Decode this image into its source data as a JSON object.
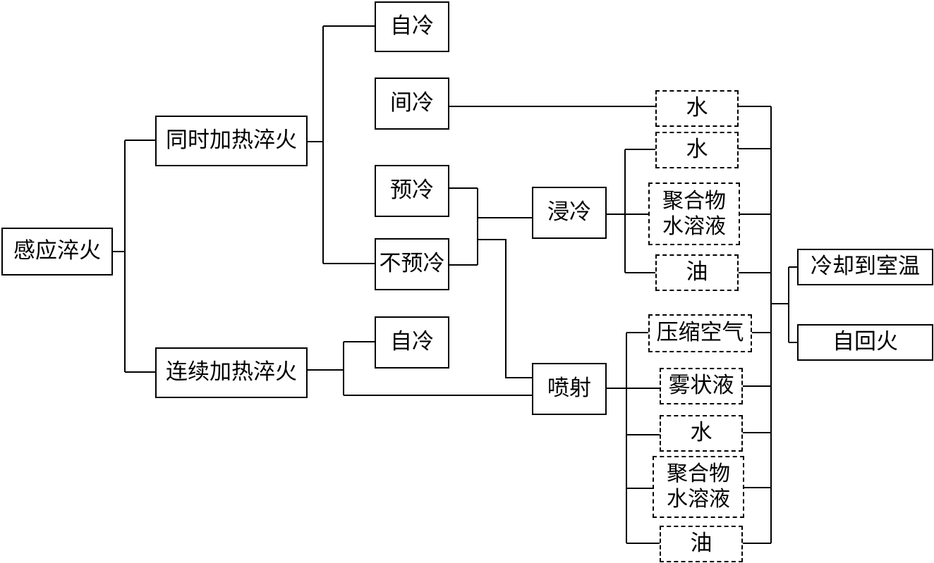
{
  "nodes": {
    "root": "感应淬火",
    "simultaneous": "同时加热淬火",
    "continuous": "连续加热淬火",
    "self_cool_1": "自冷",
    "interval_cool": "间冷",
    "pre_cool": "预冷",
    "no_pre_cool": "不预冷",
    "self_cool_2": "自冷",
    "immersion": "浸冷",
    "spray": "喷射",
    "water_a": "水",
    "water_b": "水",
    "polymer_a": "聚合物\n水溶液",
    "oil_a": "油",
    "compressed_air": "压缩空气",
    "mist": "雾状液",
    "water_c": "水",
    "polymer_b": "聚合物\n水溶液",
    "oil_b": "油",
    "cool_to_room": "冷却到室温",
    "self_temper": "自回火"
  }
}
